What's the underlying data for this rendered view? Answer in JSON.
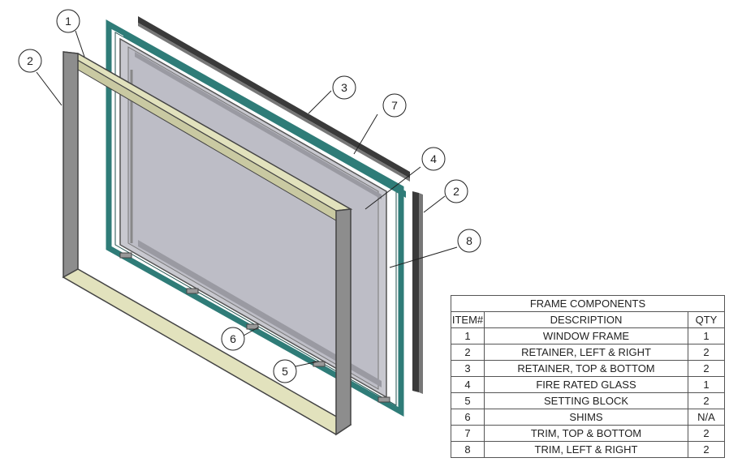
{
  "balloons": [
    {
      "label": "1"
    },
    {
      "label": "2"
    },
    {
      "label": "3"
    },
    {
      "label": "7"
    },
    {
      "label": "4"
    },
    {
      "label": "2"
    },
    {
      "label": "8"
    },
    {
      "label": "6"
    },
    {
      "label": "5"
    }
  ],
  "table": {
    "title": "FRAME COMPONENTS",
    "headers": [
      "ITEM#",
      "DESCRIPTION",
      "QTY"
    ],
    "rows": [
      [
        "1",
        "WINDOW FRAME",
        "1"
      ],
      [
        "2",
        "RETAINER, LEFT & RIGHT",
        "2"
      ],
      [
        "3",
        "RETAINER, TOP & BOTTOM",
        "2"
      ],
      [
        "4",
        "FIRE RATED GLASS",
        "1"
      ],
      [
        "5",
        "SETTING BLOCK",
        "2"
      ],
      [
        "6",
        "SHIMS",
        "N/A"
      ],
      [
        "7",
        "TRIM, TOP & BOTTOM",
        "2"
      ],
      [
        "8",
        "TRIM, LEFT & RIGHT",
        "2"
      ]
    ]
  },
  "colors": {
    "frame_fill": "#e2e2bd",
    "frame_side": "#8d8d8d",
    "glass": "#c8c8cf",
    "trim_teal": "#2f7c78",
    "retainer_dark": "#3a3a3a"
  }
}
